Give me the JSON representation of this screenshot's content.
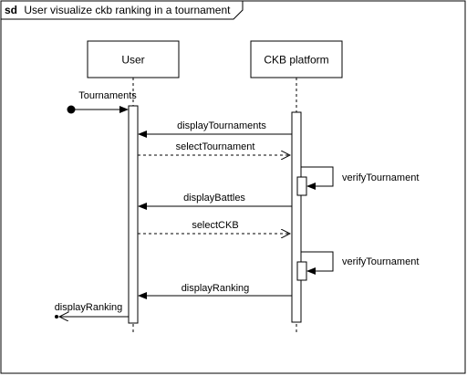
{
  "frame": {
    "keyword": "sd",
    "title": "User visualize ckb ranking in a tournament"
  },
  "participants": {
    "user": "User",
    "platform": "CKB platform"
  },
  "messages": {
    "found": "Tournaments",
    "display_tournaments": "displayTournaments",
    "select_tournament": "selectTournament",
    "verify_tournament_1": "verifyTournament",
    "display_battles": "displayBattles",
    "select_ckb": "selectCKB",
    "verify_tournament_2": "verifyTournament",
    "display_ranking_reply": "displayRanking",
    "display_ranking_lost": "displayRanking"
  }
}
